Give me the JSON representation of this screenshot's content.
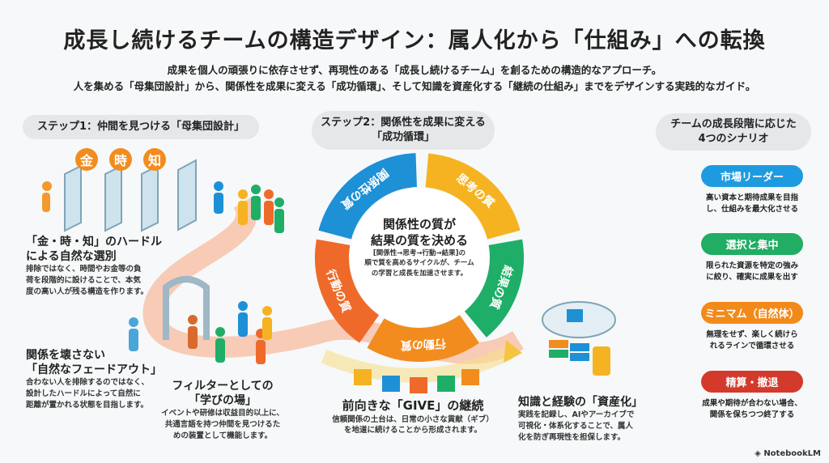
{
  "title": "成長し続けるチームの構造デザイン：属人化から「仕組み」への転換",
  "subtitle": [
    "成果を個人の頑張りに依存させず、再現性のある「成長し続けるチーム」を創るための構造的なアプローチ。",
    "人を集める「母集団設計」から、関係性を成果に変える「成功循環」、そして知識を資産化する「継続の仕組み」までをデザインする実践的なガイド。"
  ],
  "step1": {
    "label": "ステップ1：仲間を見つける「母集団設計」",
    "hurdles": [
      "金",
      "時",
      "知"
    ],
    "selection": {
      "title": [
        "「金・時・知」のハードル",
        "による自然な選別"
      ],
      "body": [
        "排除ではなく、時間やお金等の負",
        "荷を段階的に設けることで、本気",
        "度の高い人が残る構造を作ります。"
      ]
    },
    "fadeout": {
      "title": [
        "関係を壊さない",
        "「自然なフェードアウト」"
      ],
      "body": [
        "合わない人を排除するのではなく、",
        "設計したハードルによって自然に",
        "距離が置かれる状態を目指します。"
      ]
    },
    "learning": {
      "title": [
        "フィルターとしての",
        "「学びの場」"
      ],
      "body": [
        "イベントや研修は収益目的以上に、",
        "共通言語を持つ仲間を見つけるた",
        "めの装置として機能します。"
      ]
    }
  },
  "step2": {
    "label": [
      "ステップ2：関係性を成果に変える",
      "「成功循環」"
    ],
    "cycle": [
      {
        "label": "関係性の質",
        "color": "#1e90d6"
      },
      {
        "label": "思考の質",
        "color": "#f5b321"
      },
      {
        "label": "結果の質",
        "color": "#1fae67"
      },
      {
        "label": "行動の質",
        "color": "#f28c1e"
      },
      {
        "label": "行動の質",
        "color": "#ef6a2a"
      }
    ],
    "center": {
      "title": [
        "関係性の質が",
        "結果の質を決める"
      ],
      "body": [
        "[関係性→思考→行動→結果]の",
        "順で質を高めるサイクルが、チーム",
        "の学習と成長を加速させます。"
      ]
    },
    "give": {
      "title": "前向きな「GIVE」の継続",
      "body": [
        "信頼関係の土台は、日常の小さな貢献（ギブ）",
        "を地道に続けることから形成されます。"
      ]
    },
    "asset": {
      "title": "知識と経験の「資産化」",
      "body": [
        "実践を記録し、AIやアーカイブで",
        "可視化・体系化することで、属人",
        "化を防ぎ再現性を担保します。"
      ]
    }
  },
  "scenarios": {
    "label": [
      "チームの成長段階に応じた",
      "4つのシナリオ"
    ],
    "items": [
      {
        "name": "市場リーダー",
        "color": "#1e9be0",
        "desc": [
          "高い資本と期待成果を目指",
          "し、仕組みを最大化させる"
        ]
      },
      {
        "name": "選択と集中",
        "color": "#21ad64",
        "desc": [
          "限られた資源を特定の強み",
          "に絞り、確実に成果を出す"
        ]
      },
      {
        "name": "ミニマム（自然体）",
        "color": "#f28a1a",
        "desc": [
          "無理をせず、楽しく続けら",
          "れるラインで循環させる"
        ]
      },
      {
        "name": "精算・撤退",
        "color": "#d33a2c",
        "desc": [
          "成果や期待が合わない場合、",
          "関係を保ちつつ終了する"
        ]
      }
    ]
  },
  "brand": "NotebookLM"
}
